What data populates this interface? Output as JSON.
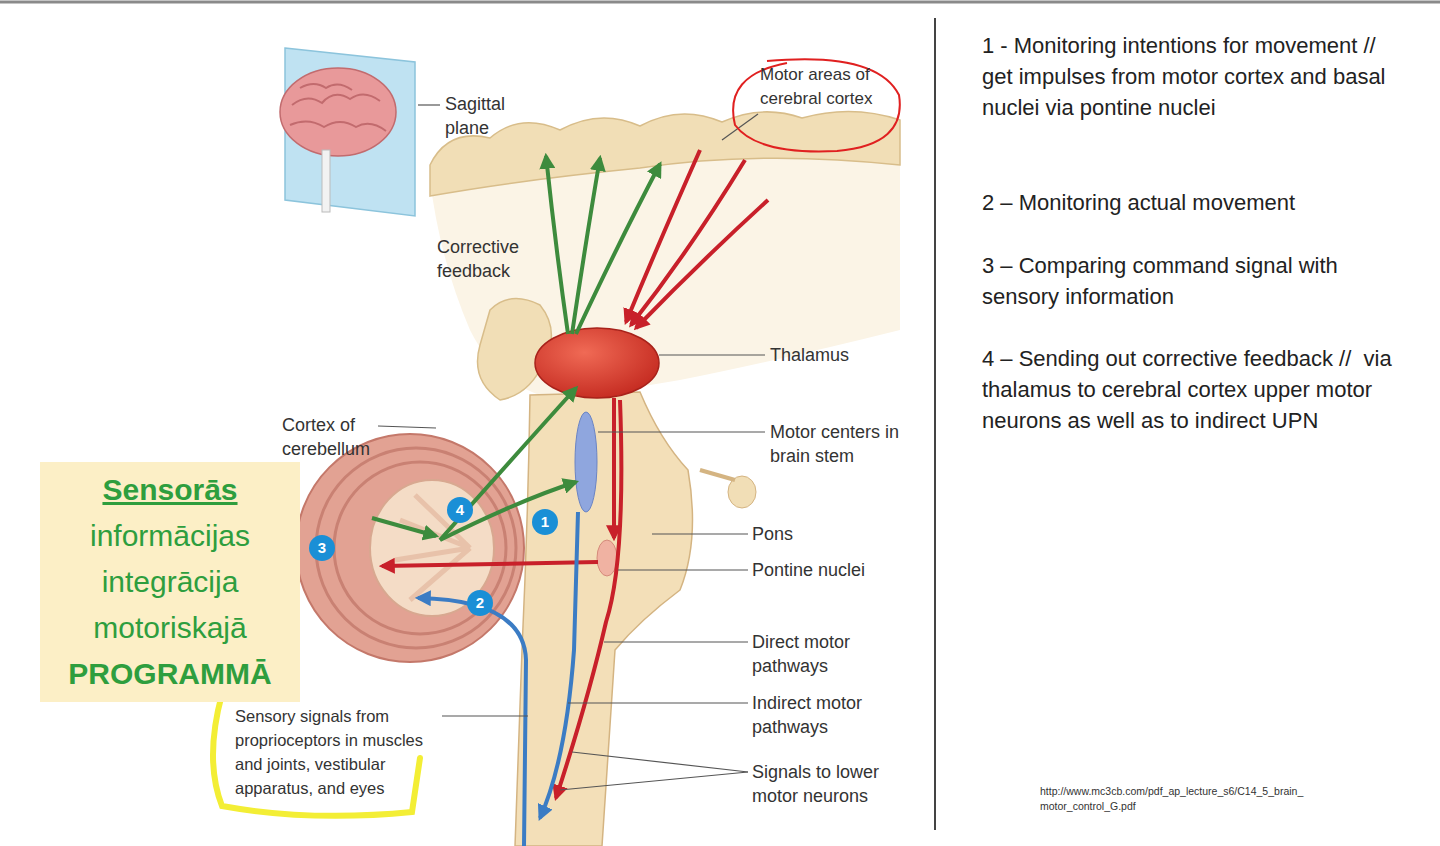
{
  "diagram": {
    "nodes": [
      {
        "text": [
          "Motor areas of cerebral cortex"
        ]
      },
      {
        "text": [
          "Sensorās",
          "informācijas integrācija motoriskajā",
          "PROGRAMMĀ"
        ]
      }
    ],
    "labels": [
      "Sagittal plane",
      "Corrective feedback",
      "Thalamus",
      "Cortex of cerebellum",
      "Motor centers in brain stem",
      "4",
      "1",
      "3",
      "2",
      "Pons",
      "Pontine nuclei",
      "Direct motor pathways",
      "Indirect motor pathways",
      "Sensory signals from proprioceptors in muscles and joints, vestibular apparatus, and eyes",
      "Signals to lower motor neurons",
      "1 - Monitoring intentions for movement // get impulses from motor cortex and basal nuclei via pontine nuclei",
      "2 – Monitoring actual movement",
      "3 – Comparing command signal with sensory information",
      "4 – Sending out corrective feedback //  via thalamus to cerebral cortex upper motor neurons as well as to indirect UPN",
      "http://www.mc3cb.com/pdf_ap_lecture_s6/C14_5_brain_motor_control_G.pdf"
    ]
  }
}
